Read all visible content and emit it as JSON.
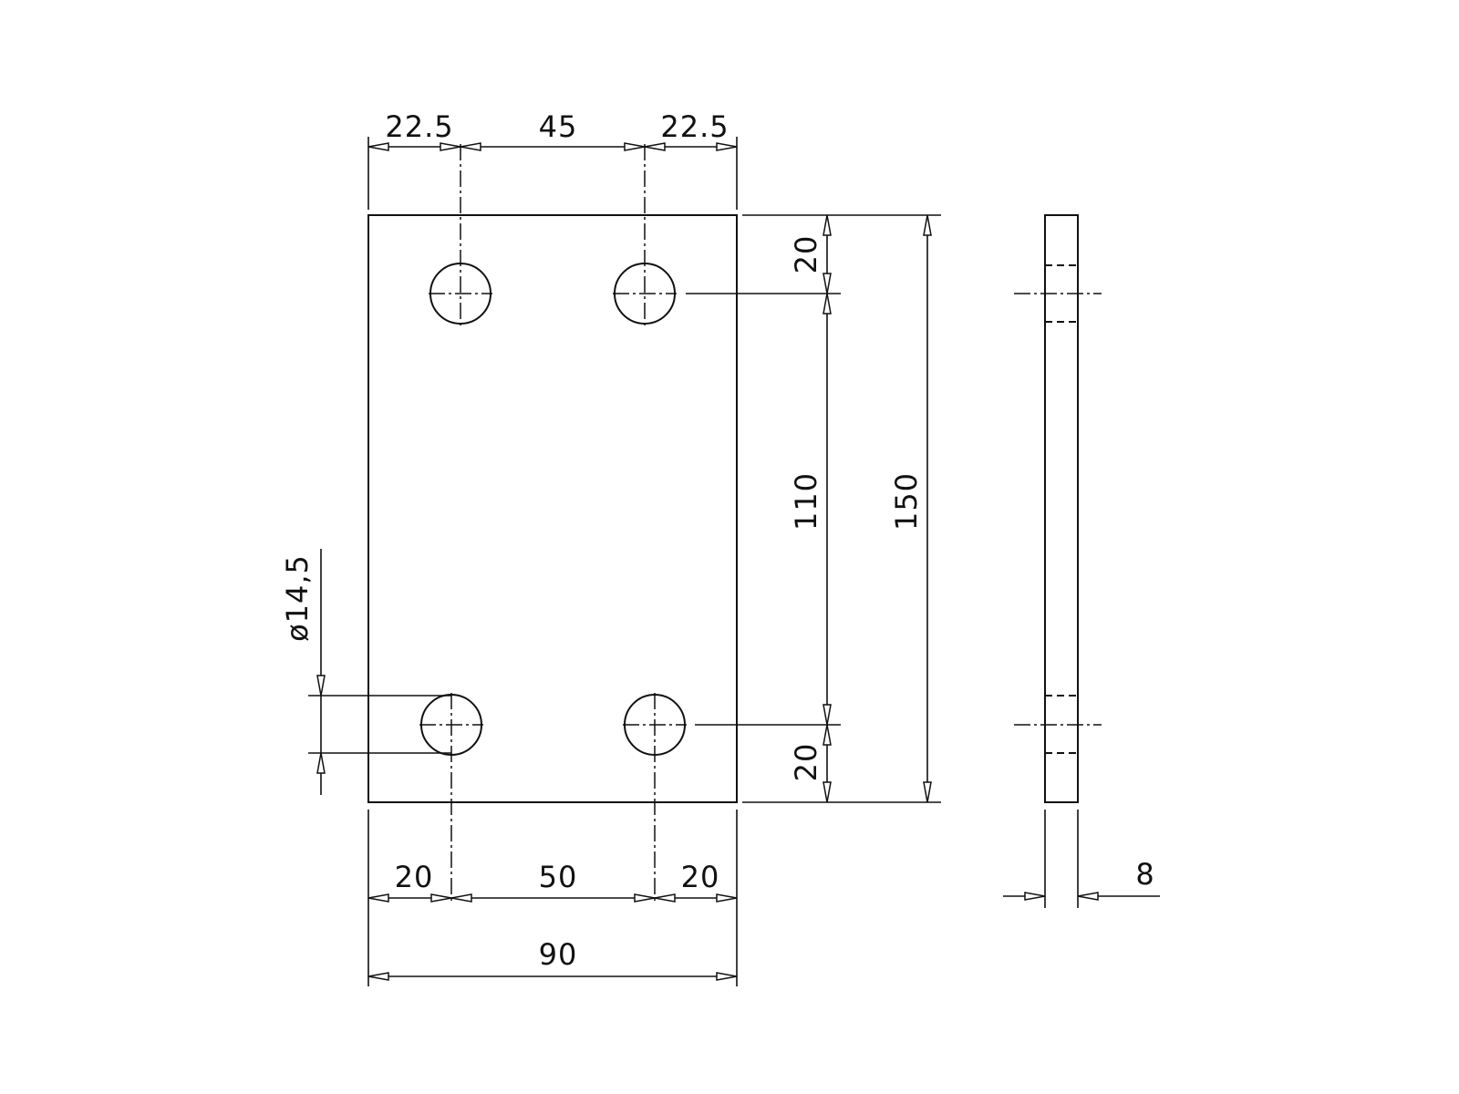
{
  "drawing": {
    "type": "technical-drawing",
    "subject": "rectangular plate with four holes",
    "front_view": {
      "width": "90",
      "height": "150",
      "top_holes": {
        "offset_left": "22.5",
        "spacing": "45",
        "offset_right": "22.5"
      },
      "bottom_holes": {
        "offset_left": "20",
        "spacing": "50",
        "offset_right": "20"
      },
      "vertical": {
        "top_offset": "20",
        "spacing": "110",
        "bottom_offset": "20"
      },
      "hole_diameter": "ø14,5"
    },
    "side_view": {
      "thickness": "8"
    }
  },
  "labels": {
    "top_left": "22.5",
    "top_mid": "45",
    "top_right": "22.5",
    "bottom_left": "20",
    "bottom_mid": "50",
    "bottom_right": "20",
    "overall_width": "90",
    "right_top": "20",
    "right_mid": "110",
    "right_bottom": "20",
    "overall_height": "150",
    "diameter": "ø14,5",
    "thickness": "8"
  }
}
